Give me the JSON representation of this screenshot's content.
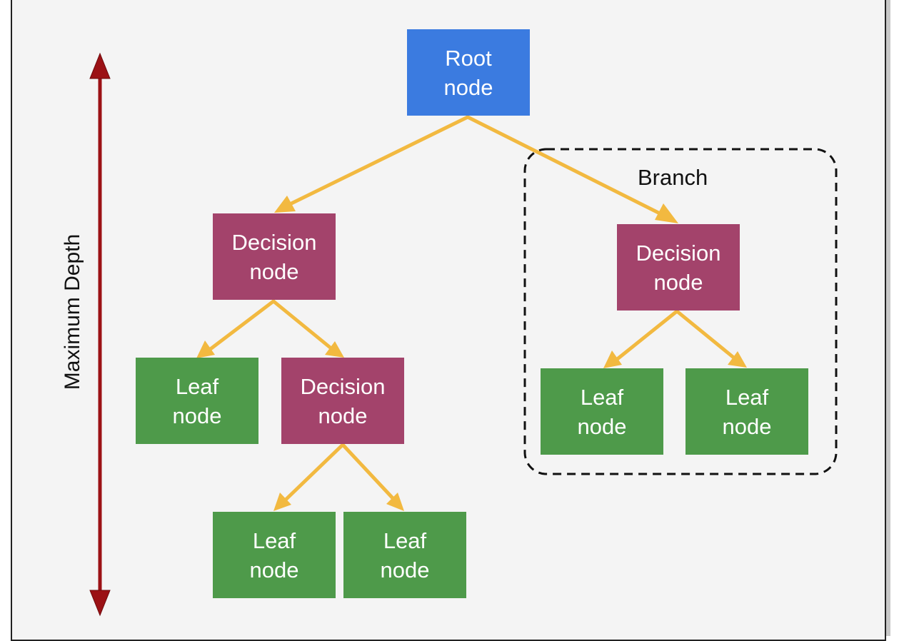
{
  "diagram": {
    "axis_label": "Maximum Depth",
    "branch_label": "Branch",
    "nodes": {
      "root": "Root\nnode",
      "decision_left": "Decision\nnode",
      "decision_right": "Decision\nnode",
      "leaf_left": "Leaf\nnode",
      "decision_mid": "Decision\nnode",
      "leaf_right_1": "Leaf\nnode",
      "leaf_right_2": "Leaf\nnode",
      "leaf_bottom_1": "Leaf\nnode",
      "leaf_bottom_2": "Leaf\nnode"
    },
    "colors": {
      "root": "#3b7be0",
      "decision": "#a3436b",
      "leaf": "#4e9a4a",
      "edge": "#f2b940",
      "depth_arrow": "#9b1115"
    }
  }
}
